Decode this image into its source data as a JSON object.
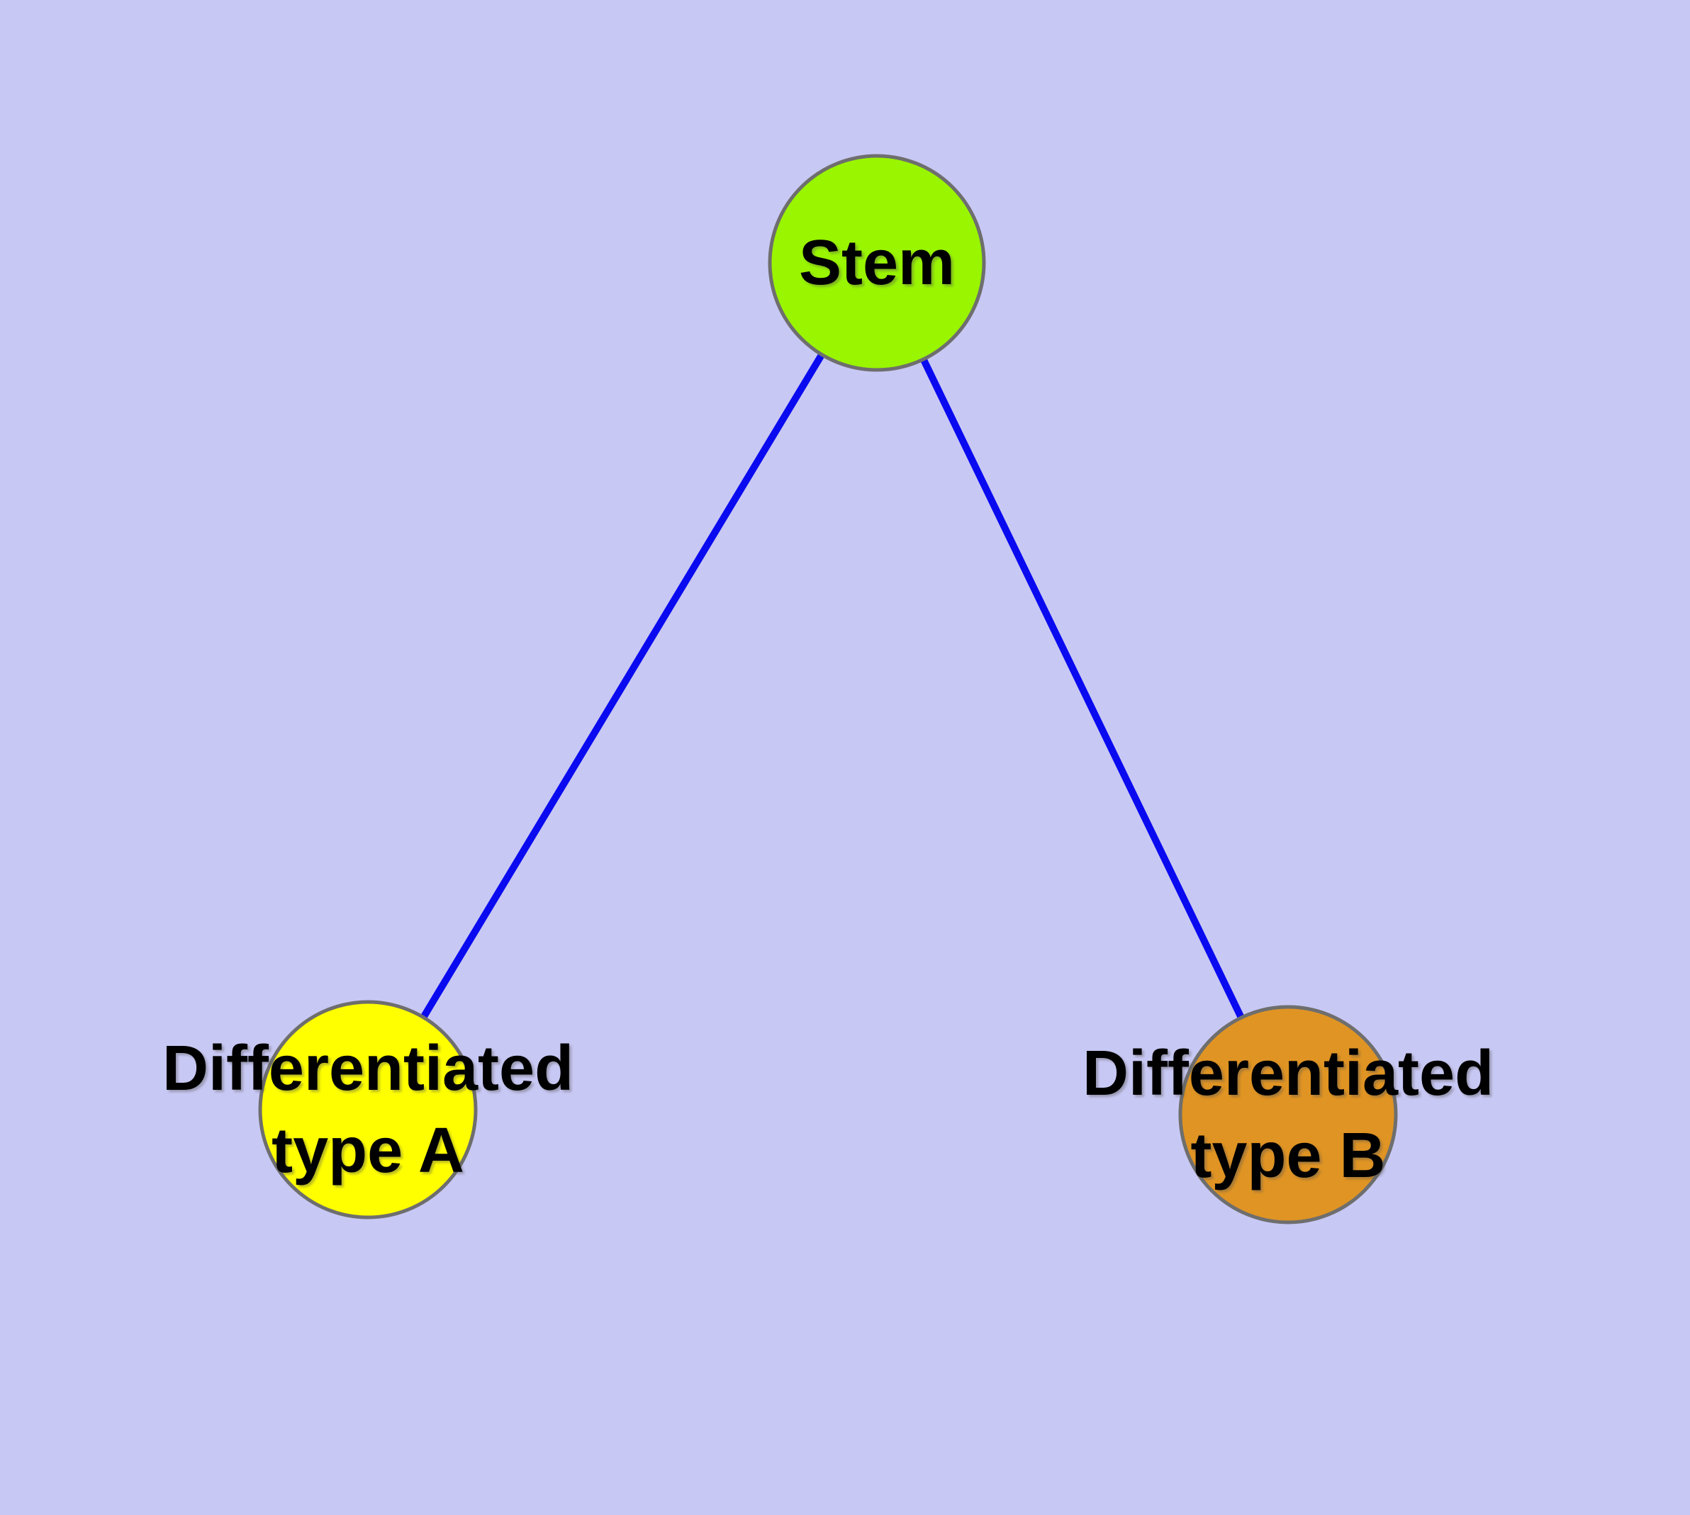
{
  "diagram": {
    "type": "network-graph",
    "colors": {
      "background": "#c8c8f4",
      "edge": "#0a0af0",
      "node_border": "#6e6e6e",
      "label_text": "#000000"
    },
    "nodes": [
      {
        "id": "stem",
        "label_line1": "Stem",
        "label_line2": "",
        "color": "#99f500"
      },
      {
        "id": "differentiated-type-a",
        "label_line1": "Differentiated",
        "label_line2": "type A",
        "color": "#ffff00"
      },
      {
        "id": "differentiated-type-b",
        "label_line1": "Differentiated",
        "label_line2": "type B",
        "color": "#e09423"
      }
    ],
    "edges": [
      {
        "from": "stem",
        "to": "differentiated-type-a"
      },
      {
        "from": "stem",
        "to": "differentiated-type-b"
      }
    ]
  }
}
